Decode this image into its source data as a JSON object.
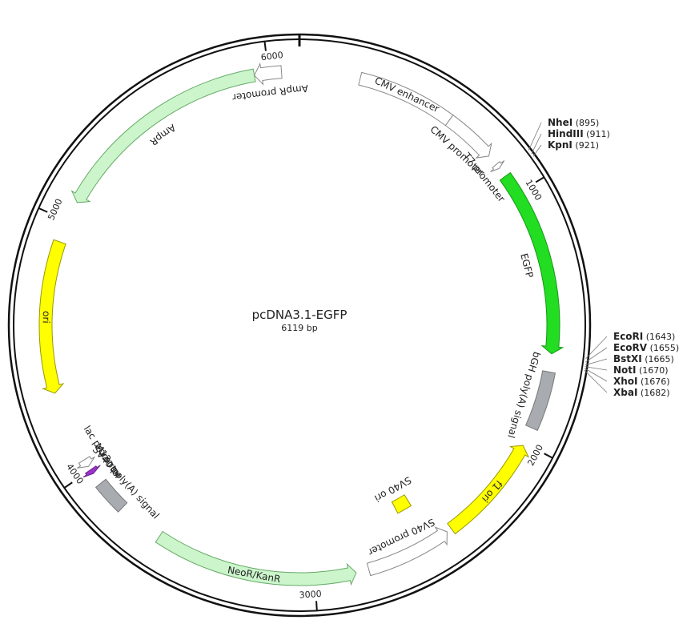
{
  "plasmid": {
    "name": "pcDNA3.1-EGFP",
    "size_label": "6119 bp",
    "length": 6119
  },
  "ticks": [
    {
      "pos": 1000,
      "label": "1000"
    },
    {
      "pos": 2000,
      "label": "2000"
    },
    {
      "pos": 3000,
      "label": "3000"
    },
    {
      "pos": 4000,
      "label": "4000"
    },
    {
      "pos": 5000,
      "label": "5000"
    },
    {
      "pos": 6000,
      "label": "6000"
    }
  ],
  "features": [
    {
      "id": "cmv-enhancer",
      "label": "CMV enhancer",
      "start": 235,
      "end": 615,
      "dir": "none",
      "fill": "#ffffff",
      "stroke": "#888888"
    },
    {
      "id": "cmv-promoter",
      "label": "CMV promoter",
      "start": 615,
      "end": 820,
      "dir": "fwd",
      "fill": "#ffffff",
      "stroke": "#888888"
    },
    {
      "id": "t7-promoter",
      "label": "T7 promoter",
      "start": 863,
      "end": 882,
      "dir": "fwd",
      "fill": "#ffffff",
      "stroke": "#888888"
    },
    {
      "id": "egfp",
      "label": "EGFP",
      "start": 920,
      "end": 1640,
      "dir": "fwd",
      "fill": "#22dd22",
      "stroke": "#149914"
    },
    {
      "id": "bgh-polya",
      "label": "bGH poly(A) signal",
      "start": 1710,
      "end": 1935,
      "dir": "none",
      "fill": "#a8abb0",
      "stroke": "#777777"
    },
    {
      "id": "f1-ori",
      "label": "f1 ori",
      "start": 2010,
      "end": 2435,
      "dir": "rev",
      "fill": "#ffff00",
      "stroke": "#999900"
    },
    {
      "id": "sv40-promoter",
      "label": "SV40 promoter",
      "start": 2455,
      "end": 2790,
      "dir": "rev",
      "fill": "#ffffff",
      "stroke": "#888888"
    },
    {
      "id": "sv40-ori",
      "label": "SV40 ori",
      "start": 2520,
      "end": 2590,
      "dir": "none",
      "fill": "#ffff00",
      "stroke": "#999900",
      "inner": true
    },
    {
      "id": "neor",
      "label": "NeoR/KanR",
      "start": 2840,
      "end": 3630,
      "dir": "rev",
      "fill": "#ccf5cc",
      "stroke": "#66aa66"
    },
    {
      "id": "sv40-polya",
      "label": "SV40 poly(A) signal",
      "start": 3810,
      "end": 3935,
      "dir": "none",
      "fill": "#a8abb0",
      "stroke": "#777777"
    },
    {
      "id": "m13-rev",
      "label": "M13 rev",
      "start": 3982,
      "end": 4000,
      "dir": "rev",
      "fill": "#9933cc",
      "stroke": "#662288"
    },
    {
      "id": "lac-promoter",
      "label": "lac promoter",
      "start": 4015,
      "end": 4045,
      "dir": "rev",
      "fill": "#ffffff",
      "stroke": "#888888"
    },
    {
      "id": "ori",
      "label": "ori",
      "start": 4325,
      "end": 4915,
      "dir": "rev",
      "fill": "#ffff00",
      "stroke": "#999900"
    },
    {
      "id": "ampr",
      "label": "AmpR",
      "start": 5080,
      "end": 5945,
      "dir": "rev",
      "fill": "#ccf5cc",
      "stroke": "#66aa66"
    },
    {
      "id": "ampr-promoter",
      "label": "AmpR promoter",
      "start": 5945,
      "end": 6050,
      "dir": "rev",
      "fill": "#ffffff",
      "stroke": "#888888"
    }
  ],
  "sites": [
    {
      "name": "NheI",
      "pos": "(895)",
      "at": 895
    },
    {
      "name": "HindIII",
      "pos": "(911)",
      "at": 911
    },
    {
      "name": "KpnI",
      "pos": "(921)",
      "at": 921
    },
    {
      "name": "EcoRI",
      "pos": "(1643)",
      "at": 1643
    },
    {
      "name": "EcoRV",
      "pos": "(1655)",
      "at": 1655
    },
    {
      "name": "BstXI",
      "pos": "(1665)",
      "at": 1665
    },
    {
      "name": "NotI",
      "pos": "(1670)",
      "at": 1670
    },
    {
      "name": "XhoI",
      "pos": "(1676)",
      "at": 1676
    },
    {
      "name": "XbaI",
      "pos": "(1682)",
      "at": 1682
    }
  ]
}
